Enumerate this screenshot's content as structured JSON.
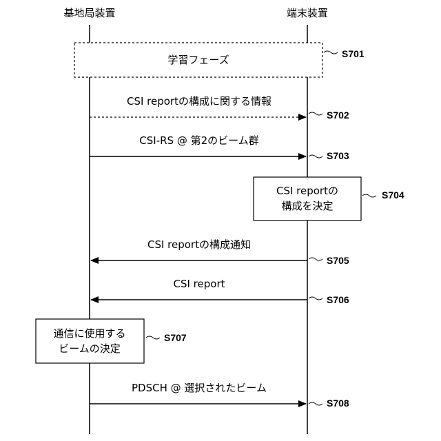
{
  "participants": {
    "base_station": "基地局装置",
    "terminal": "端末装置"
  },
  "steps": [
    {
      "id": "S701",
      "text": "学習フェーズ"
    },
    {
      "id": "S702",
      "text": "CSI reportの構成に関する情報"
    },
    {
      "id": "S703",
      "text": "CSI-RS @ 第2のビーム群"
    },
    {
      "id": "S704",
      "line1": "CSI reportの",
      "line2": "構成を決定"
    },
    {
      "id": "S705",
      "text": "CSI reportの構成通知"
    },
    {
      "id": "S706",
      "text": "CSI report"
    },
    {
      "id": "S707",
      "line1": "通信に使用する",
      "line2": "ビームの決定"
    },
    {
      "id": "S708",
      "text": "PDSCH @ 選択されたビーム"
    }
  ]
}
